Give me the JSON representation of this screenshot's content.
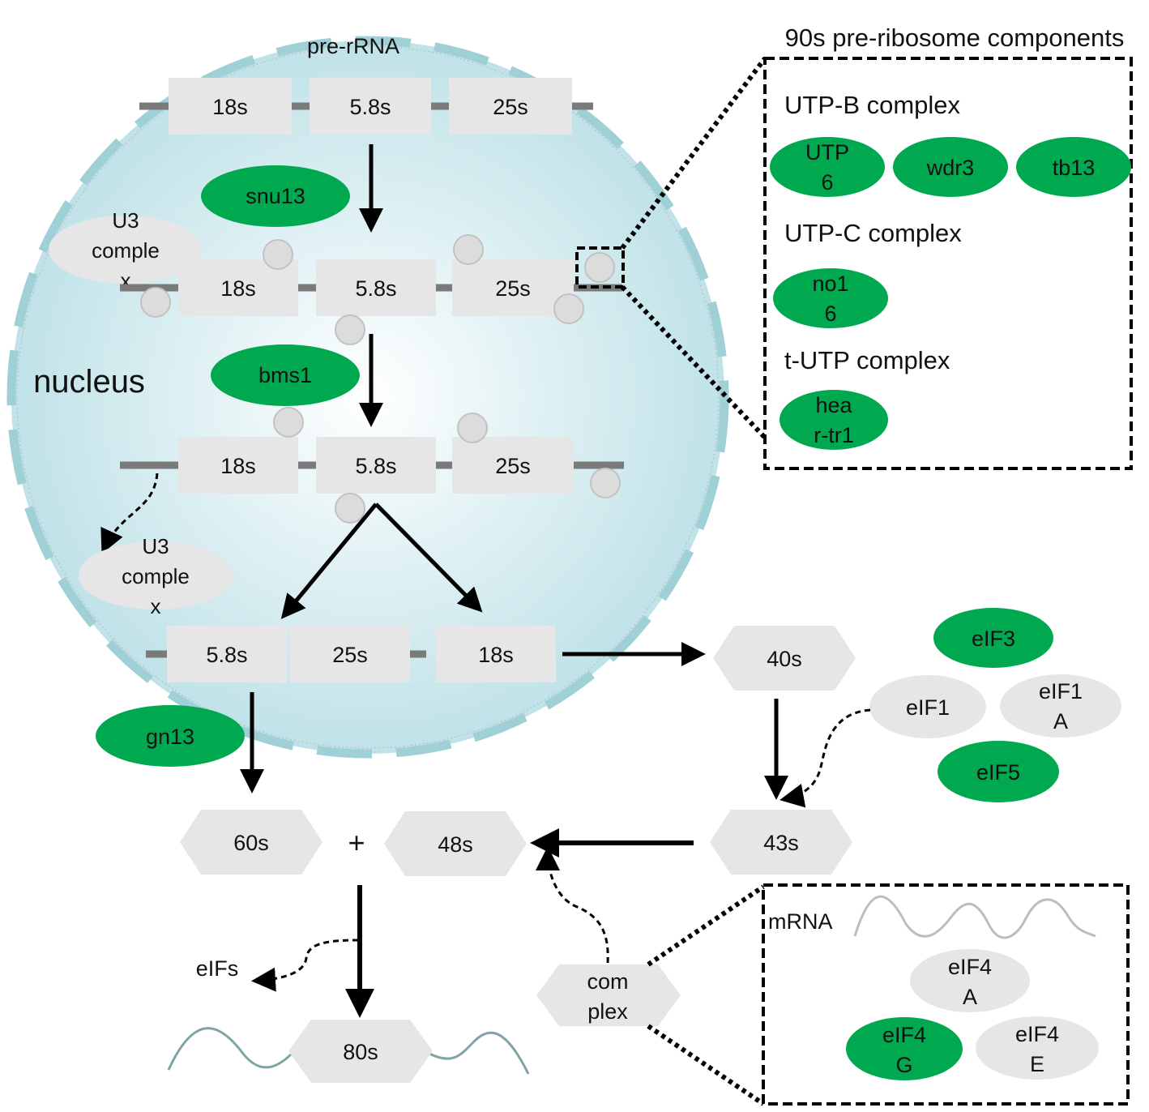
{
  "colors": {
    "nucleus_border": "#9fd0d6",
    "nucleus_fill_center": "#ffffff",
    "nucleus_fill_edge": "#bfe2e8",
    "box_fill": "#e6e6e6",
    "green": "#00a94f",
    "grey_oval": "#e6e6e6",
    "small_circle": "#dcdcdc",
    "line": "#7a7a7a",
    "arrow": "#000000",
    "mrna_wave_grey": "#bdbdbd",
    "mrna_wave_teal": "#7fa3a7"
  },
  "labels": {
    "pre_rrna": "pre-rRNA",
    "nucleus": "nucleus",
    "components_title": "90s pre-ribosome components",
    "plus": "+",
    "eifs": "eIFs",
    "mrna": "mRNA"
  },
  "rrna_rows": [
    {
      "name": "pre-rrna-row",
      "boxes": [
        "18s",
        "5.8s",
        "25s"
      ]
    },
    {
      "name": "u3-bound-row",
      "boxes": [
        "18s",
        "5.8s",
        "25s"
      ]
    },
    {
      "name": "bms1-bound-row",
      "boxes": [
        "18s",
        "5.8s",
        "25s"
      ]
    },
    {
      "name": "cleaved-row",
      "boxes": [
        "5.8s",
        "25s",
        "18s"
      ]
    }
  ],
  "factors": {
    "snu13": "snu13",
    "bms1": "bms1",
    "gn13": "gn13",
    "u3_top": [
      "U3",
      "comple",
      "x"
    ],
    "u3_bottom": [
      "U3",
      "comple",
      "x"
    ]
  },
  "complexes_panel": {
    "utp_b": {
      "title": "UTP-B complex",
      "members": [
        [
          "UTP",
          "6"
        ],
        [
          "wdr3"
        ],
        [
          "tb13"
        ]
      ]
    },
    "utp_c": {
      "title": "UTP-C complex",
      "members": [
        [
          "no1",
          "6"
        ]
      ]
    },
    "t_utp": {
      "title": "t-UTP complex",
      "members": [
        [
          "hea",
          "r-tr1"
        ]
      ]
    }
  },
  "subunits": {
    "s40": "40s",
    "s43": "43s",
    "s48": "48s",
    "s60": "60s",
    "s80": "80s",
    "complex": [
      "com",
      "plex"
    ]
  },
  "initiation_factors": {
    "eif3": [
      "eIF3"
    ],
    "eif1": [
      "eIF1"
    ],
    "eif1a": [
      "eIF1",
      "A"
    ],
    "eif5": [
      "eIF5"
    ]
  },
  "mrna_panel": {
    "eif4a": [
      "eIF4",
      "A"
    ],
    "eif4g": [
      "eIF4",
      "G"
    ],
    "eif4e": [
      "eIF4",
      "E"
    ]
  }
}
